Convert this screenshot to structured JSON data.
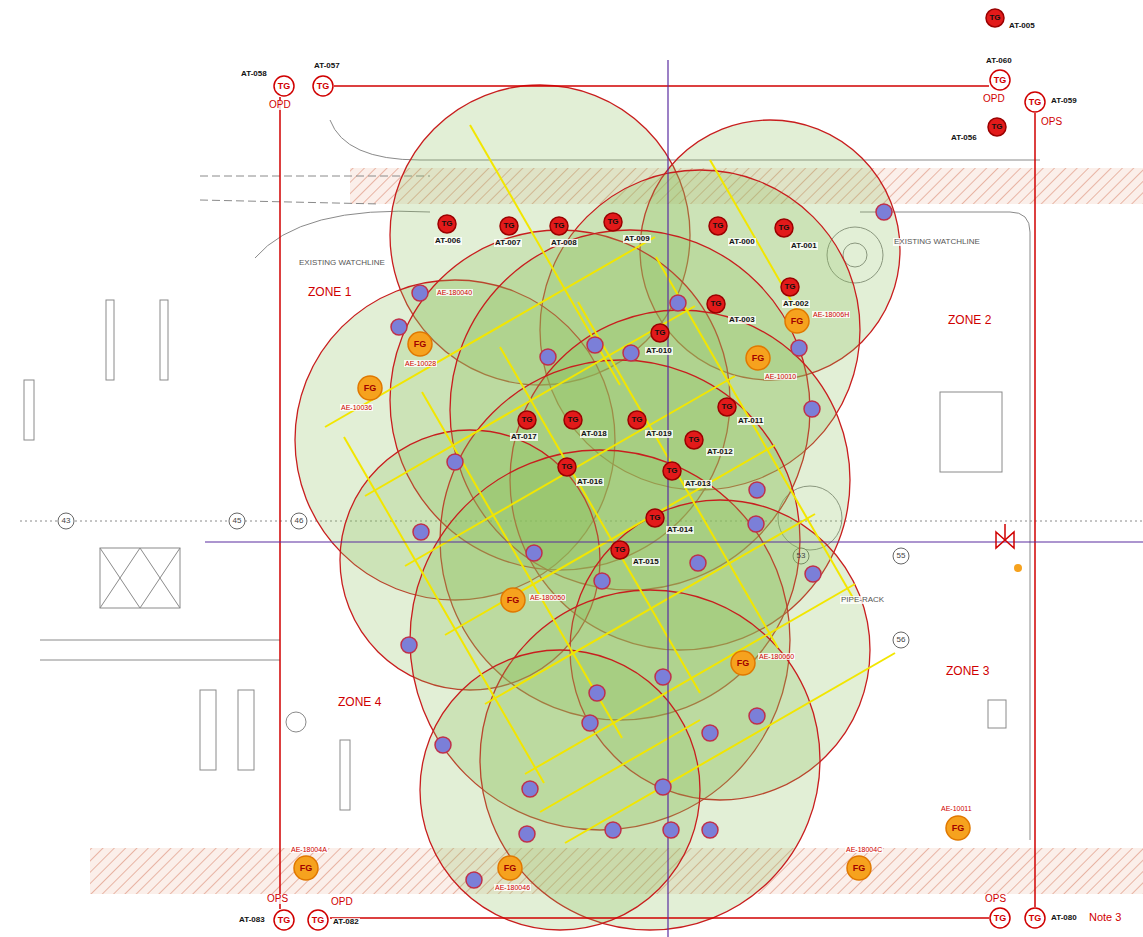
{
  "diagram": {
    "nodes": [
      {
        "text": [
          "TG",
          "AT-005"
        ]
      },
      {
        "text": [
          "TG",
          "AT-058",
          "OPD"
        ]
      },
      {
        "text": [
          "TG",
          "AT-057"
        ]
      },
      {
        "text": [
          "TG",
          "AT-060",
          "OPD"
        ]
      },
      {
        "text": [
          "TG",
          "AT-059",
          "OPS"
        ]
      },
      {
        "text": [
          "TG",
          "AT-056"
        ]
      },
      {
        "text": [
          "TG",
          "AT-006"
        ]
      },
      {
        "text": [
          "TG",
          "AT-007"
        ]
      },
      {
        "text": [
          "TG",
          "AT-008"
        ]
      },
      {
        "text": [
          "TG",
          "AT-009"
        ]
      },
      {
        "text": [
          "TG",
          "AT-000"
        ]
      },
      {
        "text": [
          "TG",
          "AT-001"
        ]
      },
      {
        "text": [
          "TG",
          "AT-002"
        ]
      },
      {
        "text": [
          "TG",
          "AT-003"
        ]
      },
      {
        "text": [
          "TG",
          "AT-010"
        ]
      },
      {
        "text": [
          "TG",
          "AT-011"
        ]
      },
      {
        "text": [
          "TG",
          "AT-017"
        ]
      },
      {
        "text": [
          "TG",
          "AT-018"
        ]
      },
      {
        "text": [
          "TG",
          "AT-019"
        ]
      },
      {
        "text": [
          "TG",
          "AT-012"
        ]
      },
      {
        "text": [
          "TG",
          "AT-016"
        ]
      },
      {
        "text": [
          "TG",
          "AT-013"
        ]
      },
      {
        "text": [
          "TG",
          "AT-014"
        ]
      },
      {
        "text": [
          "TG",
          "AT-015"
        ]
      },
      {
        "text": [
          "FG",
          "AE-10028"
        ]
      },
      {
        "text": [
          "FG",
          "AE-10036"
        ]
      },
      {
        "text": [
          "FG",
          "AE-18006H"
        ]
      },
      {
        "text": [
          "FG",
          "AE-10010"
        ]
      },
      {
        "text": [
          "FG",
          "AE-180050"
        ]
      },
      {
        "text": [
          "FG",
          "AE-180060"
        ]
      },
      {
        "text": [
          "FG",
          "AE-10011"
        ]
      },
      {
        "text": [
          "FG",
          "AE-18004A"
        ]
      },
      {
        "text": [
          "FG",
          "AE-180046"
        ]
      },
      {
        "text": [
          "FG",
          "AE-18004C"
        ]
      },
      {
        "text": [
          "TG",
          "OPS",
          "AT-083"
        ]
      },
      {
        "text": [
          "TG",
          "OPD",
          "AT-082"
        ]
      },
      {
        "text": [
          "TG",
          "OPS"
        ]
      },
      {
        "text": [
          "TG",
          "AT-080"
        ]
      }
    ],
    "labels": [
      "ZONE 1",
      "ZONE 2",
      "ZONE 3",
      "ZONE 4",
      "AE-180040",
      "EXISTING WATCHLINE",
      "EXISTING WATCHLINE",
      "Note 3",
      "43",
      "45",
      "46",
      "53",
      "55",
      "56",
      "PIPE-RACK"
    ]
  }
}
